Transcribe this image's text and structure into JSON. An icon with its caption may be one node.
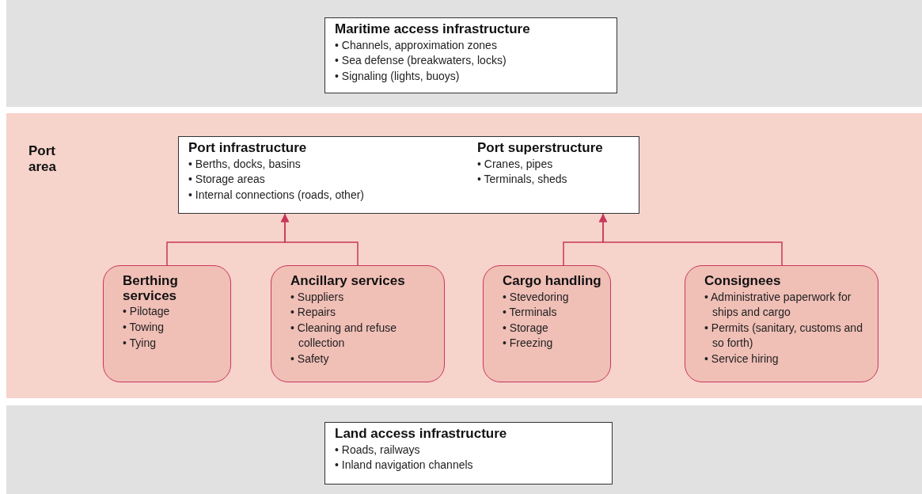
{
  "diagram": {
    "nodes": [
      {
        "text": [],
        "shape": "band"
      },
      {
        "text": [
          "Maritime access infrastructure",
          "• Channels, approximation zones",
          "• Sea defense (breakwaters, locks)",
          "• Signaling (lights, buoys)"
        ],
        "in": 0
      },
      {
        "text": [
          "Port area"
        ]
      },
      {
        "text": [],
        "shape": "box",
        "in": 2
      },
      {
        "text": [
          "Port infrastructure",
          "• Berths, docks, basins",
          "• Storage areas",
          "• Internal connections (roads, other)"
        ],
        "in": 3
      },
      {
        "text": [
          "Port superstructure",
          "• Cranes, pipes",
          "• Terminals, sheds"
        ],
        "in": 3
      },
      {
        "text": [
          "Berthing services",
          "• Pilotage",
          "• Towing",
          "• Tying"
        ],
        "in": 2
      },
      {
        "text": [
          "Ancillary services",
          "• Suppliers",
          "• Repairs",
          "• Cleaning and refuse collection",
          "• Safety"
        ],
        "in": 2
      },
      {
        "text": [
          "Cargo handling",
          "• Stevedoring",
          "• Terminals",
          "• Storage",
          "• Freezing"
        ],
        "in": 2
      },
      {
        "text": [
          "Consignees",
          "• Administrative paperwork for ships and cargo",
          "• Permits (sanitary, customs and so forth)",
          "• Service hiring"
        ],
        "in": 2
      },
      {
        "text": [],
        "shape": "band"
      },
      {
        "text": [
          "Land access infrastructure",
          "• Roads, railways",
          "• Inland navigation channels"
        ],
        "in": 10
      }
    ],
    "edges": [
      {
        "from": 6,
        "to": 4,
        "arrow": "to"
      },
      {
        "from": 7,
        "to": 4,
        "arrow": "to"
      },
      {
        "from": 8,
        "to": 5,
        "arrow": "to"
      },
      {
        "from": 9,
        "to": 5,
        "arrow": "to"
      }
    ]
  }
}
